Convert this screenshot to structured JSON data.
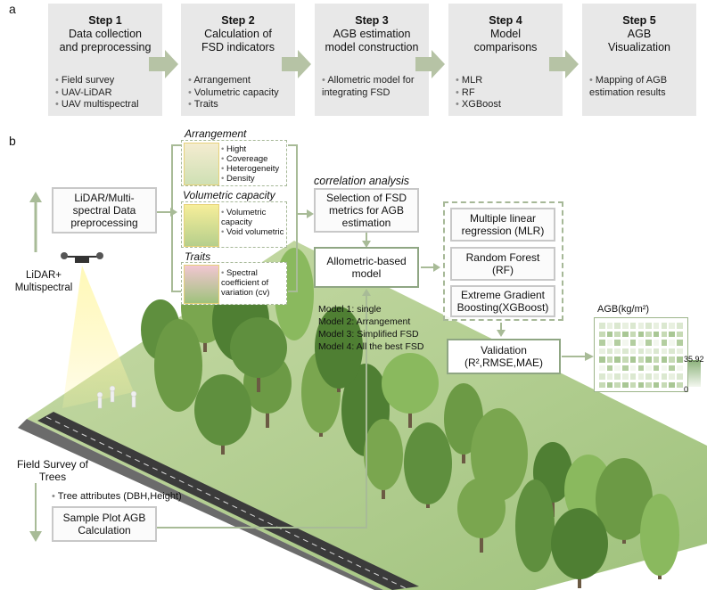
{
  "panel_a_label": "a",
  "panel_b_label": "b",
  "steps": [
    {
      "title": "Step 1",
      "subtitle": "Data collection\nand preprocessing",
      "items": [
        "Field survey",
        "UAV-LiDAR",
        "UAV multispectral"
      ]
    },
    {
      "title": "Step 2",
      "subtitle": "Calculation of\nFSD indicators",
      "items": [
        "Arrangement",
        "Volumetric capacity",
        "Traits"
      ]
    },
    {
      "title": "Step 3",
      "subtitle": "AGB estimation\nmodel construction",
      "items": [
        "Allometric model for integrating FSD"
      ]
    },
    {
      "title": "Step 4",
      "subtitle": "Model\ncomparisons",
      "items": [
        "MLR",
        "RF",
        "XGBoost"
      ]
    },
    {
      "title": "Step 5",
      "subtitle": "AGB\nVisualization",
      "items": [
        "Mapping of AGB estimation results"
      ]
    }
  ],
  "fsd": {
    "arrangement_title": "Arrangement",
    "arrangement_items": [
      "Hight",
      "Covereage",
      "Heterogeneity",
      "Density"
    ],
    "volumetric_title": "Volumetric capacity",
    "volumetric_items": [
      "Volumetric capacity",
      "Void volumetric"
    ],
    "traits_title": "Traits",
    "traits_items": [
      "Spectral coefficient of variation (cv)"
    ]
  },
  "boxes": {
    "lidar_preprocessing": "LiDAR/Multi-spectral Data preprocessing",
    "lidar_label": "LiDAR+\nMultispectral",
    "correlation_title": "correlation analysis",
    "selection": "Selection of FSD metrics for AGB estimation",
    "allometric": "Allometric-based model",
    "mlr": "Multiple linear regression (MLR)",
    "rf": "Random Forest (RF)",
    "xgb": "Extreme Gradient Boosting(XGBoost)",
    "validation_title": "Validation",
    "validation_metrics": "(R²,RMSE,MAE)",
    "field_survey": "Field Survey of\nTrees",
    "tree_attributes": "Tree attributes (DBH,Height)",
    "sample_plot": "Sample Plot AGB Calculation"
  },
  "models": [
    "Model 1: single",
    "Model 2: Arrangement",
    "Model 3: Simplified FSD",
    "Model 4: All the best FSD"
  ],
  "agb_map": {
    "title": "AGB(kg/m²)",
    "legend_max": "35.92",
    "legend_min": "0",
    "colors": {
      "low": "#f3f7ef",
      "high": "#8bb27a"
    }
  },
  "colors": {
    "arrow": "#a8bb97",
    "box_border": "#8fa683",
    "step_bg": "#e8e8e8"
  }
}
